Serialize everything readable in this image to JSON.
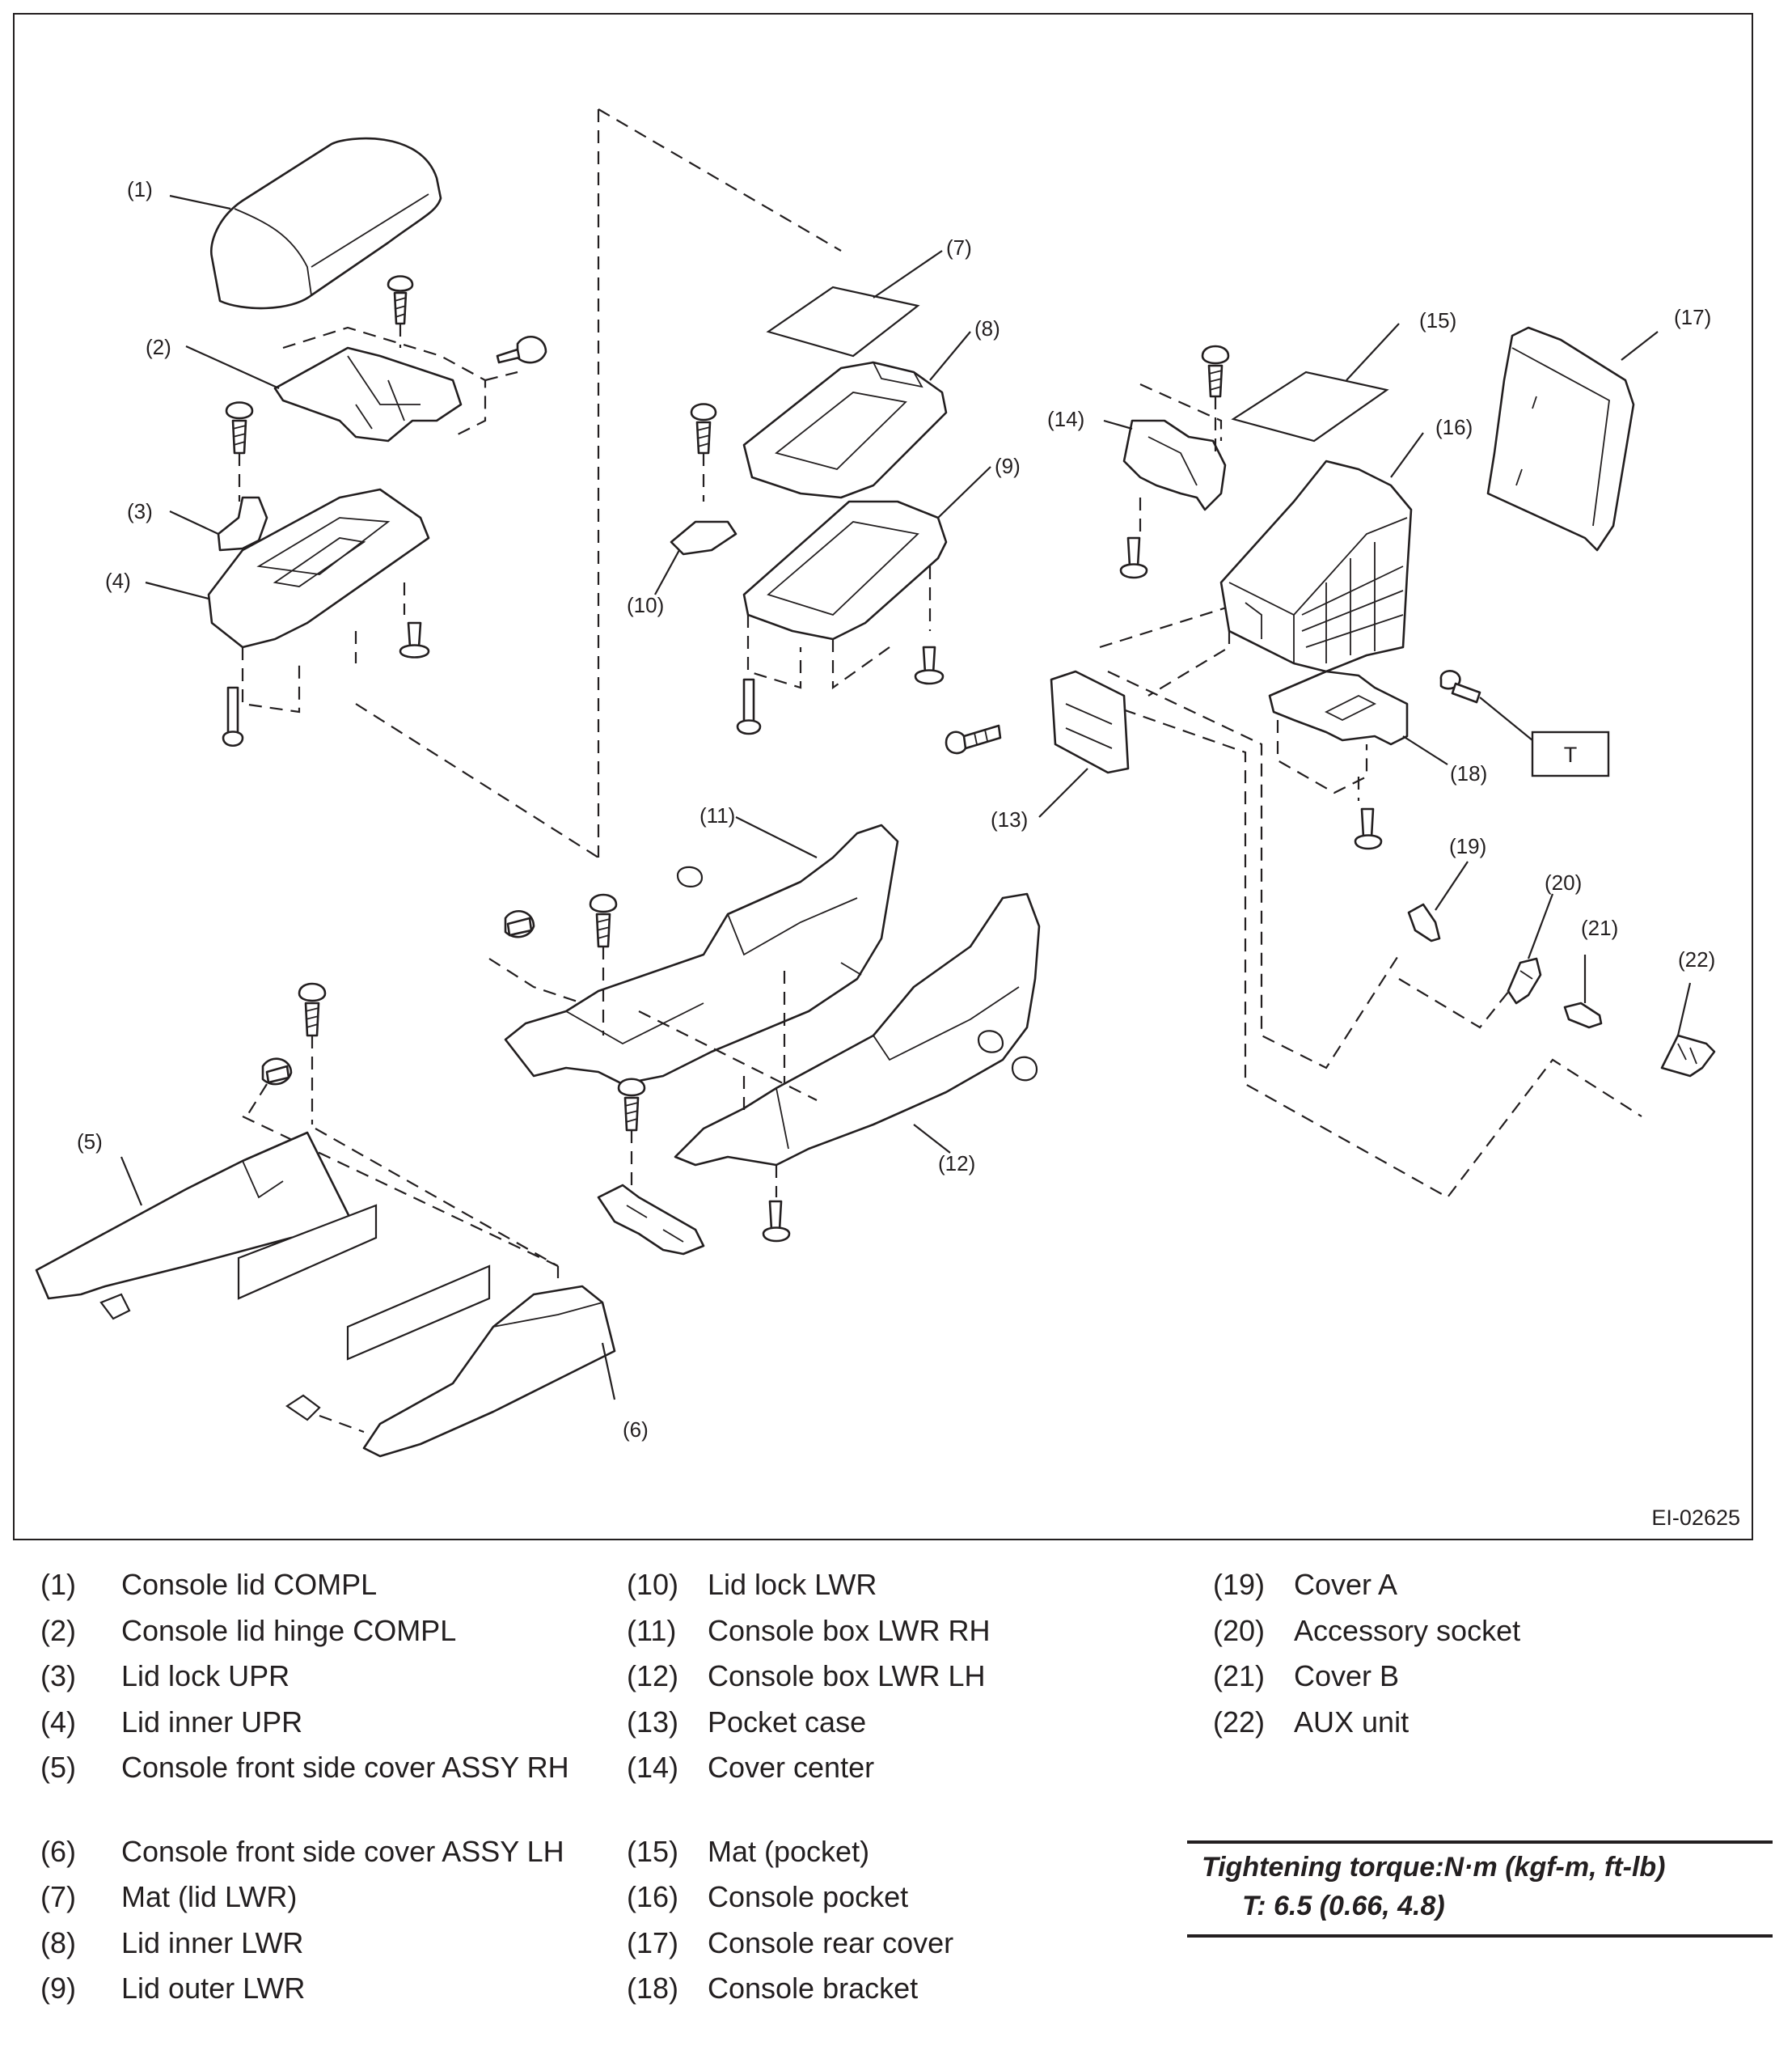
{
  "figure_id": "EI-02625",
  "torque_marker": "T",
  "callouts": [
    "(1)",
    "(2)",
    "(3)",
    "(4)",
    "(5)",
    "(6)",
    "(7)",
    "(8)",
    "(9)",
    "(10)",
    "(11)",
    "(12)",
    "(13)",
    "(14)",
    "(15)",
    "(16)",
    "(17)",
    "(18)",
    "(19)",
    "(20)",
    "(21)",
    "(22)"
  ],
  "legend": [
    {
      "num": "(1)",
      "label": "Console lid COMPL"
    },
    {
      "num": "(2)",
      "label": "Console lid hinge COMPL"
    },
    {
      "num": "(3)",
      "label": "Lid lock UPR"
    },
    {
      "num": "(4)",
      "label": "Lid inner UPR"
    },
    {
      "num": "(5)",
      "label": "Console front side cover ASSY RH"
    },
    {
      "num": "(6)",
      "label": "Console front side cover ASSY LH"
    },
    {
      "num": "(7)",
      "label": "Mat (lid LWR)"
    },
    {
      "num": "(8)",
      "label": "Lid inner LWR"
    },
    {
      "num": "(9)",
      "label": "Lid outer LWR"
    },
    {
      "num": "(10)",
      "label": "Lid lock LWR"
    },
    {
      "num": "(11)",
      "label": "Console box LWR RH"
    },
    {
      "num": "(12)",
      "label": "Console box LWR LH"
    },
    {
      "num": "(13)",
      "label": "Pocket case"
    },
    {
      "num": "(14)",
      "label": "Cover center"
    },
    {
      "num": "(15)",
      "label": "Mat (pocket)"
    },
    {
      "num": "(16)",
      "label": "Console pocket"
    },
    {
      "num": "(17)",
      "label": "Console rear cover"
    },
    {
      "num": "(18)",
      "label": "Console bracket"
    },
    {
      "num": "(19)",
      "label": "Cover A"
    },
    {
      "num": "(20)",
      "label": "Accessory socket"
    },
    {
      "num": "(21)",
      "label": "Cover B"
    },
    {
      "num": "(22)",
      "label": "AUX unit"
    }
  ],
  "torque": {
    "heading": "Tightening torque:N·m (kgf-m, ft-lb)",
    "value": "T:   6.5 (0.66, 4.8)"
  }
}
